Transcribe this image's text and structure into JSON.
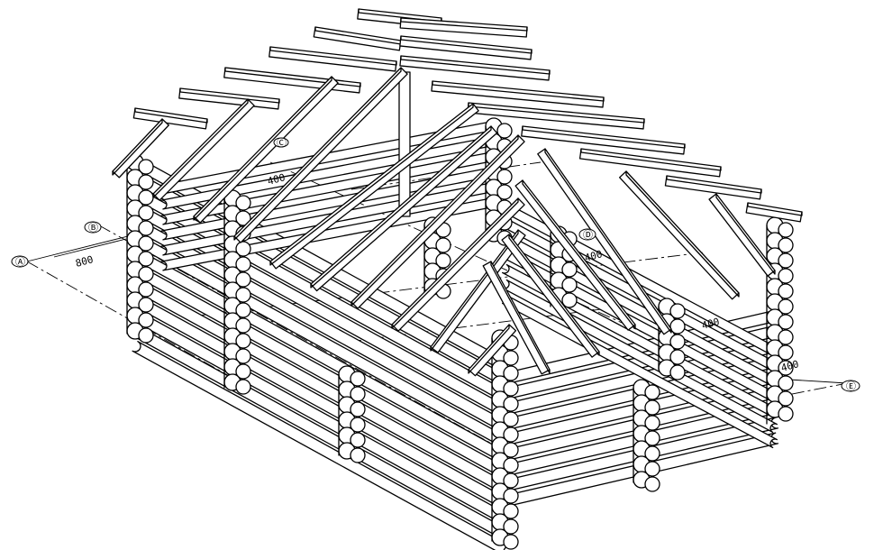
{
  "drawing": {
    "axis_markers": [
      {
        "label": "Ⓐ"
      },
      {
        "label": "Ⓑ"
      },
      {
        "label": "Ⓒ"
      },
      {
        "label": "Ⓓ"
      },
      {
        "label": "Ⓔ"
      }
    ],
    "dimensions": [
      {
        "text": "800"
      },
      {
        "text": "400"
      },
      {
        "text": "400"
      },
      {
        "text": "400"
      },
      {
        "text": "400"
      }
    ],
    "colors": {
      "stroke": "#000000",
      "background": "#ffffff"
    }
  }
}
